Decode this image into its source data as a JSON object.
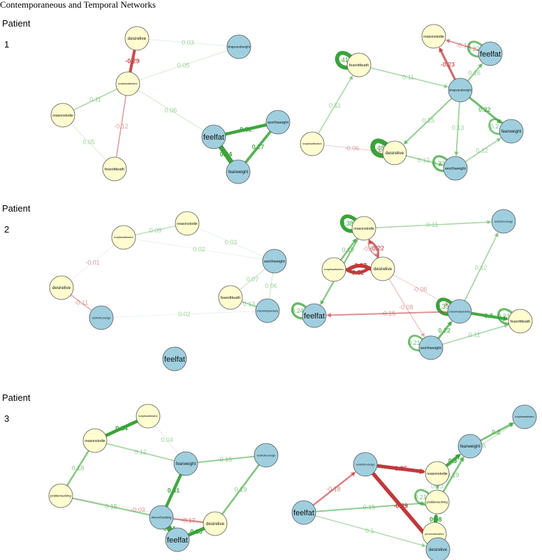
{
  "title": "Contemporaneous and Temporal Networks",
  "colors": {
    "symptom_node": "#fffdd0",
    "weight_node": "#9fcfdf",
    "positive_edge": "#3aa33a",
    "negative_edge": "#c0393b",
    "node_stroke": "#555555"
  },
  "patients": [
    {
      "label": "Patient",
      "number": "1",
      "contemporaneous": {
        "nodes": [
          {
            "id": "desirelive",
            "label": "desirelive",
            "group": "symptom"
          },
          {
            "id": "bodydis",
            "label": "bodydissatisfaction",
            "group": "symptom"
          },
          {
            "id": "reasons",
            "label": "reasonstodie",
            "group": "symptom"
          },
          {
            "id": "feardeath",
            "label": "fearofdeath",
            "group": "symptom"
          },
          {
            "id": "shape",
            "label": "shapeandweight",
            "group": "weight"
          },
          {
            "id": "feelfat",
            "label": "feelfat",
            "group": "weight"
          },
          {
            "id": "worth",
            "label": "worthweight",
            "group": "weight"
          },
          {
            "id": "fearw",
            "label": "fearweight",
            "group": "weight"
          }
        ],
        "edges": [
          {
            "from": "desirelive",
            "to": "bodydis",
            "weight": -0.29,
            "label": "-0.29"
          },
          {
            "from": "bodydis",
            "to": "reasons",
            "weight": 0.11,
            "label": "0.11"
          },
          {
            "from": "bodydis",
            "to": "feardeath",
            "weight": -0.12,
            "label": "-0.12"
          },
          {
            "from": "reasons",
            "to": "feardeath",
            "weight": 0.05,
            "label": "0.05"
          },
          {
            "from": "bodydis",
            "to": "shape",
            "weight": 0.05,
            "label": "0.05"
          },
          {
            "from": "desirelive",
            "to": "shape",
            "weight": 0.03,
            "label": "0.03"
          },
          {
            "from": "bodydis",
            "to": "feelfat",
            "weight": 0.06,
            "label": "0.06"
          },
          {
            "from": "feelfat",
            "to": "worth",
            "weight": 0.32,
            "label": "0.32"
          },
          {
            "from": "feelfat",
            "to": "fearw",
            "weight": 0.54,
            "label": "0.54"
          },
          {
            "from": "worth",
            "to": "fearw",
            "weight": 0.27,
            "label": "0.27"
          }
        ]
      },
      "temporal": {
        "nodes": [
          {
            "id": "reasons",
            "label": "reasonstodie",
            "group": "symptom"
          },
          {
            "id": "feardeath",
            "label": "fearofdeath",
            "group": "symptom"
          },
          {
            "id": "bodydis",
            "label": "bodydissatisfaction",
            "group": "symptom"
          },
          {
            "id": "desirelive",
            "label": "desirelive",
            "group": "symptom"
          },
          {
            "id": "feelfat",
            "label": "feelfat",
            "group": "weight"
          },
          {
            "id": "shape",
            "label": "shapeandweight",
            "group": "weight"
          },
          {
            "id": "fearw",
            "label": "fearweight",
            "group": "weight"
          },
          {
            "id": "worth",
            "label": "worthweight",
            "group": "weight"
          }
        ],
        "edges": [
          {
            "from": "feardeath",
            "to": "feardeath",
            "weight": 0.41,
            "label": "0.41"
          },
          {
            "from": "feelfat",
            "to": "feelfat",
            "weight": 0.22,
            "label": "0.22"
          },
          {
            "from": "fearw",
            "to": "fearw",
            "weight": 0.2,
            "label": "0.2"
          },
          {
            "from": "desirelive",
            "to": "desirelive",
            "weight": 0.48,
            "label": "0.48"
          },
          {
            "from": "worth",
            "to": "worth",
            "weight": 0.23,
            "label": "0.23"
          },
          {
            "from": "feelfat",
            "to": "reasons",
            "weight": -0.14,
            "label": "-0.14"
          },
          {
            "from": "shape",
            "to": "reasons",
            "weight": -0.23,
            "label": "-0.23"
          },
          {
            "from": "feardeath",
            "to": "shape",
            "weight": 0.11,
            "label": "0.11"
          },
          {
            "from": "shape",
            "to": "feelfat",
            "weight": 0.16,
            "label": "0.16"
          },
          {
            "from": "shape",
            "to": "fearw",
            "weight": 0.22,
            "label": "0.22"
          },
          {
            "from": "shape",
            "to": "desirelive",
            "weight": 0.15,
            "label": "0.15"
          },
          {
            "from": "shape",
            "to": "worth",
            "weight": 0.13,
            "label": "0.13"
          },
          {
            "from": "bodydis",
            "to": "feardeath",
            "weight": 0.11,
            "label": "0.11"
          },
          {
            "from": "bodydis",
            "to": "desirelive",
            "weight": -0.06,
            "label": "-0.06"
          },
          {
            "from": "desirelive",
            "to": "worth",
            "weight": 0.13,
            "label": "0.13"
          },
          {
            "from": "worth",
            "to": "fearw",
            "weight": 0.12,
            "label": "0.12"
          }
        ]
      }
    },
    {
      "label": "Patient",
      "number": "2",
      "contemporaneous": {
        "nodes": [
          {
            "id": "bodydis",
            "label": "bodydissatisfaction",
            "group": "symptom"
          },
          {
            "id": "reasons",
            "label": "reasonstodie",
            "group": "symptom"
          },
          {
            "id": "desirelive",
            "label": "desirelive",
            "group": "symptom"
          },
          {
            "id": "feardeath",
            "label": "fearofdeath",
            "group": "symptom"
          },
          {
            "id": "worth",
            "label": "worthweight",
            "group": "weight"
          },
          {
            "id": "restrict",
            "label": "restrictfoodurge",
            "group": "weight"
          },
          {
            "id": "checkbody",
            "label": "checkbodyanxiety",
            "group": "weight"
          },
          {
            "id": "feelfat",
            "label": "feelfat",
            "group": "weight"
          }
        ],
        "edges": [
          {
            "from": "bodydis",
            "to": "reasons",
            "weight": 0.09,
            "label": "0.09"
          },
          {
            "from": "bodydis",
            "to": "worth",
            "weight": 0.02,
            "label": "0.02"
          },
          {
            "from": "reasons",
            "to": "worth",
            "weight": 0.03,
            "label": "0.03"
          },
          {
            "from": "bodydis",
            "to": "desirelive",
            "weight": -0.01,
            "label": "-0.01"
          },
          {
            "from": "desirelive",
            "to": "restrict",
            "weight": -0.11,
            "label": "-0.11"
          },
          {
            "from": "restrict",
            "to": "checkbody",
            "weight": 0.02,
            "label": "0.02"
          },
          {
            "from": "worth",
            "to": "feardeath",
            "weight": 0.07,
            "label": "0.07"
          },
          {
            "from": "worth",
            "to": "checkbody",
            "weight": 0.06,
            "label": "0.06"
          },
          {
            "from": "feardeath",
            "to": "checkbody",
            "weight": 0.13,
            "label": "0.13"
          }
        ]
      },
      "temporal": {
        "nodes": [
          {
            "id": "reasons",
            "label": "reasonstodie",
            "group": "symptom"
          },
          {
            "id": "bodydis",
            "label": "bodydissatisfaction",
            "group": "symptom"
          },
          {
            "id": "desirelive",
            "label": "desirelive",
            "group": "symptom"
          },
          {
            "id": "feardeath",
            "label": "fearofdeath",
            "group": "symptom"
          },
          {
            "id": "restrict",
            "label": "restrictfoodurge",
            "group": "weight"
          },
          {
            "id": "feelfat",
            "label": "feelfat",
            "group": "weight"
          },
          {
            "id": "checkbody",
            "label": "checkbodyanxiety",
            "group": "weight"
          },
          {
            "id": "worth",
            "label": "worthweight",
            "group": "weight"
          }
        ],
        "edges": [
          {
            "from": "reasons",
            "to": "reasons",
            "weight": 0.38,
            "label": "0.38"
          },
          {
            "from": "feelfat",
            "to": "feelfat",
            "weight": 0.24,
            "label": "0.24"
          },
          {
            "from": "feardeath",
            "to": "feardeath",
            "weight": 0.23,
            "label": "0.23"
          },
          {
            "from": "worth",
            "to": "worth",
            "weight": 0.21,
            "label": "0.21"
          },
          {
            "from": "checkbody",
            "to": "checkbody",
            "weight": 0.35,
            "label": "0.35"
          },
          {
            "from": "reasons",
            "to": "restrict",
            "weight": 0.11,
            "label": "0.11"
          },
          {
            "from": "bodydis",
            "to": "desirelive",
            "weight": -0.32,
            "label": "-0.32"
          },
          {
            "from": "desirelive",
            "to": "bodydis",
            "weight": -0.37,
            "label": "-0.37"
          },
          {
            "from": "desirelive",
            "to": "reasons",
            "weight": -0.22,
            "label": "-0.22"
          },
          {
            "from": "reasons",
            "to": "desirelive",
            "weight": -0.13,
            "label": "-0.13"
          },
          {
            "from": "bodydis",
            "to": "reasons",
            "weight": 0.19,
            "label": "0.19"
          },
          {
            "from": "reasons",
            "to": "feelfat",
            "weight": 0.17,
            "label": "0.17"
          },
          {
            "from": "checkbody",
            "to": "feelfat",
            "weight": -0.15,
            "label": "-0.15"
          },
          {
            "from": "checkbody",
            "to": "restrict",
            "weight": 0.12,
            "label": "0.12"
          },
          {
            "from": "desirelive",
            "to": "checkbody",
            "weight": -0.06,
            "label": "-0.06"
          },
          {
            "from": "desirelive",
            "to": "worth",
            "weight": -0.08,
            "label": "-0.08"
          },
          {
            "from": "checkbody",
            "to": "feardeath",
            "weight": 0.3,
            "label": "0.3"
          },
          {
            "from": "worth",
            "to": "checkbody",
            "weight": 0.22,
            "label": "0.22"
          },
          {
            "from": "worth",
            "to": "feardeath",
            "weight": 0.11,
            "label": "0.11"
          }
        ]
      }
    },
    {
      "label": "Patient",
      "number": "3",
      "contemporaneous": {
        "nodes": [
          {
            "id": "bodydis",
            "label": "bodydissatisfaction",
            "group": "symptom"
          },
          {
            "id": "reasons",
            "label": "reasonstodie",
            "group": "symptom"
          },
          {
            "id": "problem",
            "label": "problemsolving",
            "group": "symptom"
          },
          {
            "id": "desirelive",
            "label": "desirelive",
            "group": "symptom"
          },
          {
            "id": "fearw",
            "label": "fearweight",
            "group": "weight"
          },
          {
            "id": "restrict",
            "label": "restrictfoodurge",
            "group": "weight"
          },
          {
            "id": "mirror",
            "label": "mirrorchecking",
            "group": "weight"
          },
          {
            "id": "feelfat",
            "label": "feelfat",
            "group": "weight"
          }
        ],
        "edges": [
          {
            "from": "reasons",
            "to": "bodydis",
            "weight": 0.34,
            "label": "0.34"
          },
          {
            "from": "reasons",
            "to": "fearw",
            "weight": 0.12,
            "label": "0.12"
          },
          {
            "from": "bodydis",
            "to": "fearw",
            "weight": 0.04,
            "label": "0.04"
          },
          {
            "from": "reasons",
            "to": "problem",
            "weight": 0.18,
            "label": "0.18"
          },
          {
            "from": "fearw",
            "to": "restrict",
            "weight": 0.15,
            "label": "0.15"
          },
          {
            "from": "fearw",
            "to": "mirror",
            "weight": 0.31,
            "label": "0.31"
          },
          {
            "from": "problem",
            "to": "mirror",
            "weight": 0.15,
            "label": "0.15"
          },
          {
            "from": "restrict",
            "to": "desirelive",
            "weight": 0.19,
            "label": "0.19"
          },
          {
            "from": "mirror",
            "to": "desirelive",
            "weight": -0.17,
            "label": "-0.17"
          },
          {
            "from": "problem",
            "to": "desirelive",
            "weight": -0.03,
            "label": "-0.03"
          },
          {
            "from": "mirror",
            "to": "feelfat",
            "weight": 0.54,
            "label": "0.54"
          },
          {
            "from": "feelfat",
            "to": "desirelive",
            "weight": 0.35,
            "label": "0.35"
          }
        ]
      },
      "temporal": {
        "nodes": [
          {
            "id": "bodydis",
            "label": "bodydissatisfaction",
            "group": "weight"
          },
          {
            "id": "fearw",
            "label": "fearweight",
            "group": "weight"
          },
          {
            "id": "restrict",
            "label": "restrictfoodurge",
            "group": "weight"
          },
          {
            "id": "reasons",
            "label": "reasonstodie",
            "group": "symptom"
          },
          {
            "id": "problem",
            "label": "problemsolving",
            "group": "symptom"
          },
          {
            "id": "feelfat",
            "label": "feelfat",
            "group": "weight"
          },
          {
            "id": "loneliness",
            "label": "perceivedisolation",
            "group": "symptom"
          },
          {
            "id": "desirelive",
            "label": "desirelive",
            "group": "weight"
          }
        ],
        "edges": [
          {
            "from": "fearw",
            "to": "bodydis",
            "weight": 0.2,
            "label": "0.2"
          },
          {
            "from": "reasons",
            "to": "bodydis",
            "weight": 0.08,
            "label": "0.08"
          },
          {
            "from": "reasons",
            "to": "fearw",
            "weight": 0.3,
            "label": "0.3"
          },
          {
            "from": "problem",
            "to": "fearw",
            "weight": 0.19,
            "label": "0.19"
          },
          {
            "from": "restrict",
            "to": "reasons",
            "weight": -0.36,
            "label": "-0.36"
          },
          {
            "from": "feelfat",
            "to": "restrict",
            "weight": -0.18,
            "label": "-0.18"
          },
          {
            "from": "feelfat",
            "to": "problem",
            "weight": 0.15,
            "label": "0.15"
          },
          {
            "from": "restrict",
            "to": "desirelive",
            "weight": -0.39,
            "label": "-0.39"
          },
          {
            "from": "reasons",
            "to": "problem",
            "weight": 0.13,
            "label": "0.13"
          },
          {
            "from": "problem",
            "to": "problem",
            "weight": 0.21,
            "label": "0.21"
          },
          {
            "from": "loneliness",
            "to": "problem",
            "weight": 0.38,
            "label": "0.38"
          },
          {
            "from": "feelfat",
            "to": "desirelive",
            "weight": 0.1,
            "label": "0.1"
          },
          {
            "from": "loneliness",
            "to": "desirelive",
            "weight": 0.16,
            "label": "0.16"
          }
        ]
      }
    }
  ]
}
